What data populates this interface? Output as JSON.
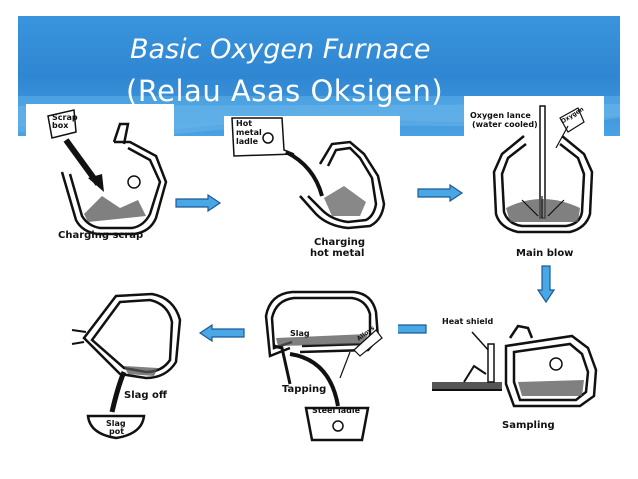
{
  "title": {
    "line1": "Basic Oxygen Furnace",
    "line2": "(Relau Asas Oksigen)"
  },
  "steps": {
    "charging_scrap": {
      "caption": "Charging scrap",
      "tag": "Scrap box"
    },
    "charging_hot_metal": {
      "caption_line1": "Charging",
      "caption_line2": "hot metal",
      "tag_line1": "Hot",
      "tag_line2": "metal",
      "tag_line3": "ladle"
    },
    "main_blow": {
      "caption": "Main blow",
      "tag_line1": "Oxygen lance",
      "tag_line2": "(water cooled)",
      "gas": "Oxygen"
    },
    "sampling": {
      "caption": "Sampling",
      "tag": "Heat shield"
    },
    "tapping": {
      "caption": "Tapping",
      "slag": "Slag",
      "gas": "Alloys",
      "ladle": "Steel ladle"
    },
    "slag_off": {
      "caption": "Slag off",
      "pot_line1": "Slag",
      "pot_line2": "pot"
    }
  },
  "colors": {
    "banner": "#3a95dd",
    "arrow_fill": "#4aa7e6",
    "arrow_stroke": "#1c5a96",
    "ink": "#111111"
  }
}
